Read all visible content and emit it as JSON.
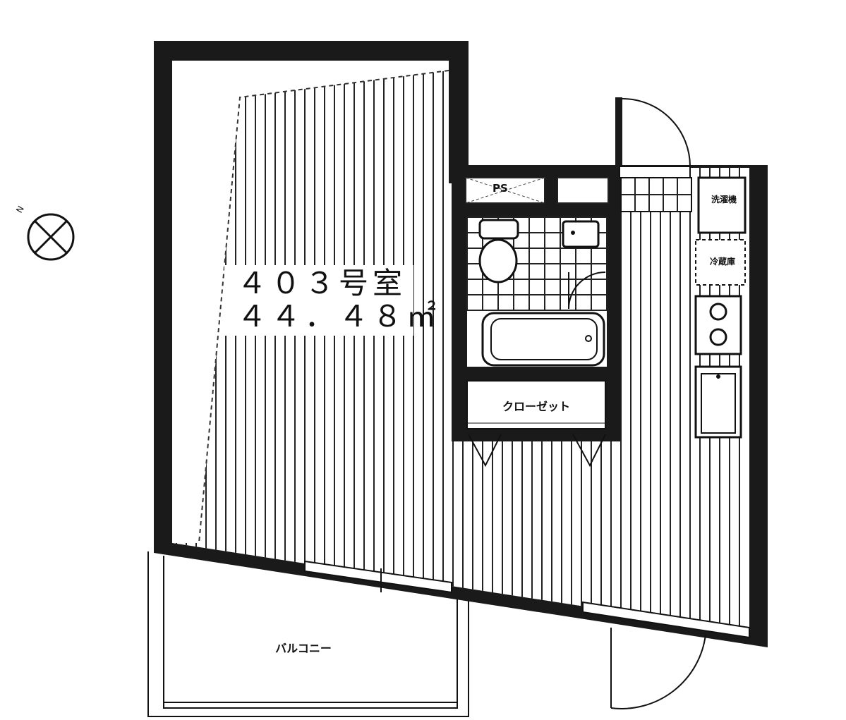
{
  "room": {
    "number": "４０３号室",
    "area": "４４．４８㎡"
  },
  "labels": {
    "closet": "クローゼット",
    "balcony": "バルコニー",
    "pipe_space": "PS",
    "washer": "洗濯機",
    "fridge": "冷蔵庫"
  },
  "compass": {
    "north": "N"
  }
}
